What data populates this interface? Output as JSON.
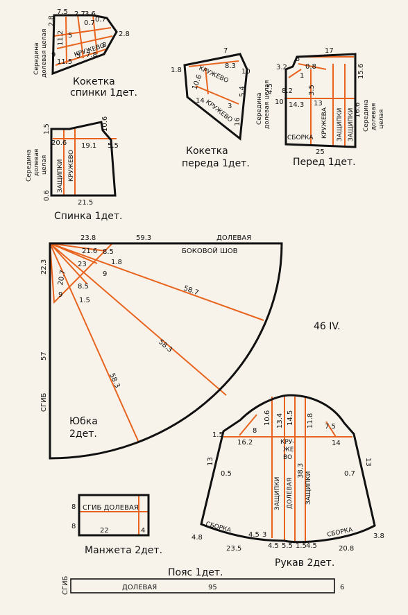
{
  "page_number": "46 IV.",
  "pieces": {
    "back_yoke": {
      "title1": "Кокетка",
      "title2": "спинки 1дет.",
      "side1": "Середина",
      "side2": "долевая целая",
      "lace": "КРУЖЕВО",
      "dims": {
        "d75": "7.5",
        "d27": "2.7",
        "d36": "3.6",
        "d07a": "0.7",
        "d07b": "0.7",
        "d28a": "2.8",
        "d28b": "2.8",
        "d112": "11.2",
        "d5a": "5",
        "d5b": "5",
        "d8": "8",
        "d9": "9",
        "d115": "11.5",
        "d78": "7.8"
      }
    },
    "front_yoke": {
      "title1": "Кокетка",
      "title2": "переда 1дет.",
      "lace": "КРУЖЕВО",
      "dims": {
        "d18": "1.8",
        "d7": "7",
        "d83": "8.3",
        "d10": "10",
        "d106": "10.6",
        "d54": "5.4",
        "d16": "16",
        "d3": "3",
        "d14": "14"
      }
    },
    "front": {
      "title": "Перед 1дет.",
      "side_left1": "Середина",
      "side_left2": "долевая целая",
      "side_right1": "Середина",
      "side_right2": "долевая",
      "side_right3": "целая",
      "gather": "СБОРКА",
      "lace": "КРУЖЕВА",
      "tucks": "ЗАЩИПКИ",
      "dims": {
        "d17": "17",
        "d156": "15.6",
        "d5": "5",
        "d32": "3.2",
        "d08": "0.8",
        "d1": "1",
        "d45": "4.5",
        "d82": "8.2",
        "d35": "3.5",
        "d10": "10",
        "d143": "14.3",
        "d13": "13",
        "d166": "16.6",
        "d25": "25"
      }
    },
    "back": {
      "title": "Спинка 1дет.",
      "side1": "Середина",
      "side2": "долевая",
      "side3": "целая",
      "tucks": "ЗАЩИПКИ",
      "lace": "КРУЖЕВО",
      "dims": {
        "d15": "1.5",
        "d206": "20.6",
        "d191": "19.1",
        "d106": "10.6",
        "d55": "5.5",
        "d06": "0.6",
        "d215": "21.5"
      }
    },
    "skirt": {
      "title1": "Юбка",
      "title2": "2дет.",
      "grain": "ДОЛЕВАЯ",
      "side_seam": "БОКОВОЙ ШОВ",
      "fold": "СГИБ",
      "dims": {
        "d238": "23.8",
        "d593": "59.3",
        "d223": "22.3",
        "d216": "21.6",
        "d85a": "8.5",
        "d207": "20.7",
        "d23": "23",
        "d9a": "9",
        "d18": "1.8",
        "d85b": "8.5",
        "d9b": "9",
        "d15": "1.5",
        "d587": "58.7",
        "d57": "57",
        "d583a": "58.3",
        "d583b": "58.3"
      }
    },
    "sleeve": {
      "title": "Рукав 2дет.",
      "gather_l": "СБОРКА",
      "gather_r": "СБОРКА",
      "tucks_l": "ЗАЩИПКИ",
      "grain": "ДОЛЕВАЯ",
      "tucks_r": "ЗАЩИПКИ",
      "lace1": "КРУ-",
      "lace2": "ЖЕ",
      "lace3": "ВО",
      "dims": {
        "d15": "1.5",
        "d162": "16.2",
        "d8": "8",
        "d106": "10.6",
        "d134": "13.4",
        "d145": "14.5",
        "d118": "11.8",
        "d75": "7.5",
        "d14": "14",
        "d13a": "13",
        "d05": "0.5",
        "d383": "38.3",
        "d07": "0.7",
        "d13b": "13",
        "d48": "4.8",
        "d45a": "4.5",
        "d3": "3",
        "d235": "23.5",
        "d45b": "4.5",
        "d55": "5.5",
        "d15b": "1.5",
        "d45c": "4.5",
        "d208": "20.8",
        "d38": "3.8"
      }
    },
    "cuff": {
      "title": "Манжета 2дет.",
      "text": "СГИБ ДОЛЕВАЯ",
      "d8a": "8",
      "d8b": "8",
      "d22": "22",
      "d4": "4"
    },
    "belt": {
      "title": "Пояс 1дет.",
      "fold": "СГИБ",
      "grain": "ДОЛЕВАЯ",
      "d95": "95",
      "d6": "6"
    }
  }
}
